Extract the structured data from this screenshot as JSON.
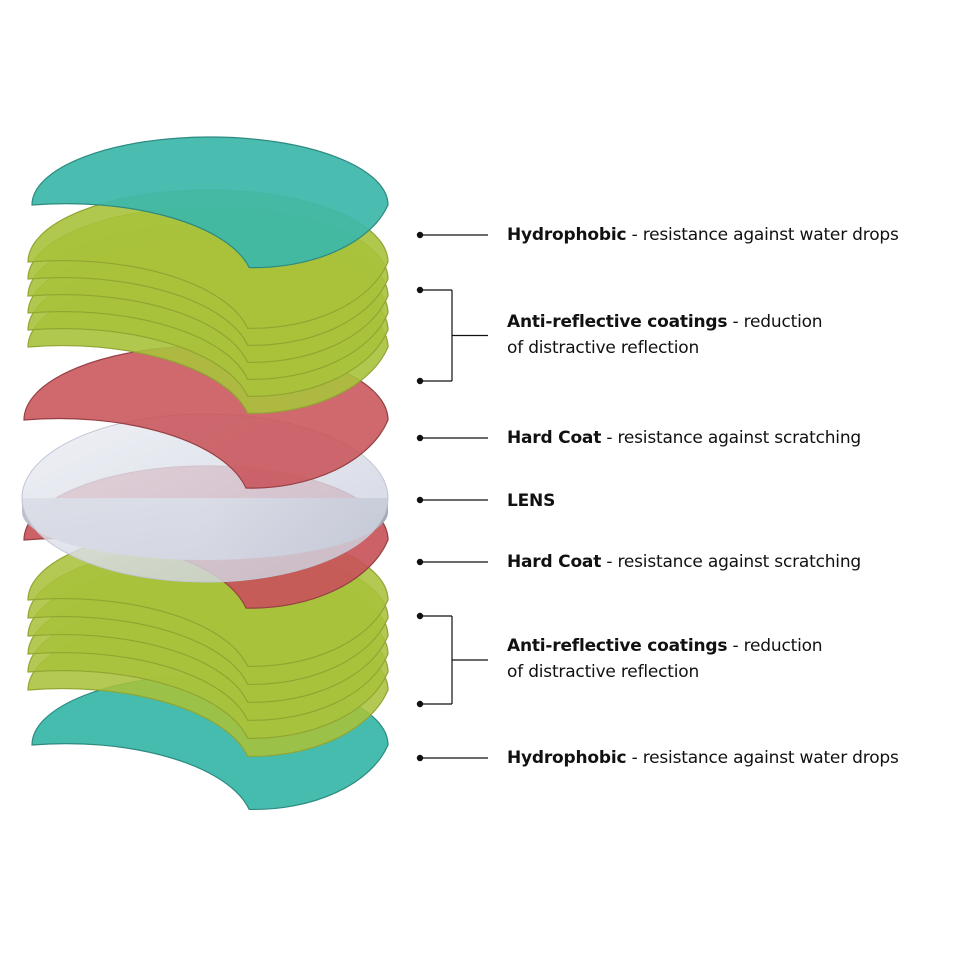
{
  "colors": {
    "hydrophobic": "#3cb8aa",
    "anti_reflective": "#a9c23b",
    "hard_coat": "#c8545a",
    "lens": "#dde0ea",
    "line": "#111111"
  },
  "layers": [
    {
      "id": "hydrophobic-top",
      "kind": "single",
      "title": "Hydrophobic",
      "desc_line1": " - resistance against water drops",
      "desc_line2": ""
    },
    {
      "id": "anti-reflective-top",
      "kind": "bracket",
      "title": "Anti-reflective coatings",
      "desc_line1": " - reduction",
      "desc_line2": "of distractive reflection"
    },
    {
      "id": "hard-coat-top",
      "kind": "single",
      "title": "Hard Coat",
      "desc_line1": " - resistance against scratching",
      "desc_line2": ""
    },
    {
      "id": "lens",
      "kind": "single",
      "title": "LENS",
      "desc_line1": "",
      "desc_line2": ""
    },
    {
      "id": "hard-coat-bottom",
      "kind": "single",
      "title": "Hard Coat",
      "desc_line1": " - resistance against scratching",
      "desc_line2": ""
    },
    {
      "id": "anti-reflective-bottom",
      "kind": "bracket",
      "title": "Anti-reflective coatings",
      "desc_line1": " - reduction",
      "desc_line2": "of distractive reflection"
    },
    {
      "id": "hydrophobic-bottom",
      "kind": "single",
      "title": "Hydrophobic",
      "desc_line1": " - resistance against water drops",
      "desc_line2": ""
    }
  ]
}
